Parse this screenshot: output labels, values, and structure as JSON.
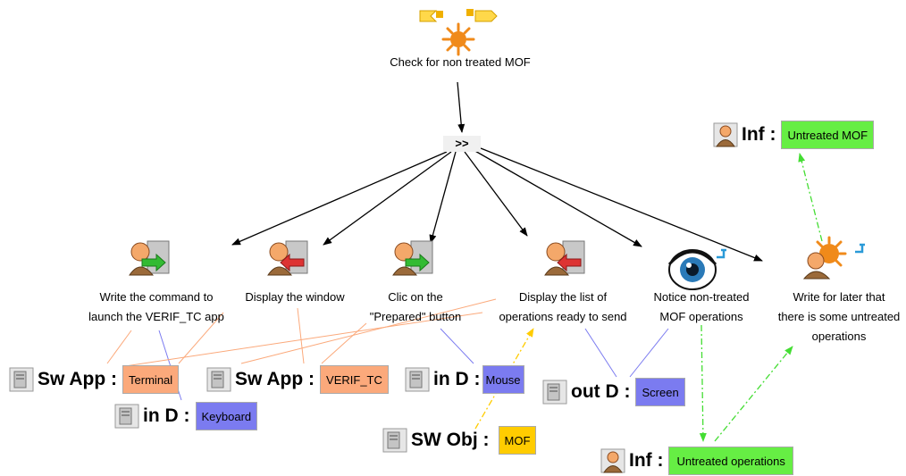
{
  "colors": {
    "sw_app": "#fba97b",
    "device": "#7b7bf0",
    "mof": "#ffcc00",
    "inf": "#66ee44"
  },
  "tasks": {
    "check": "Check for non treated MOF",
    "write_cmd_1": "Write the command to",
    "write_cmd_2": "launch the VERIF_TC app",
    "display_window": "Display the window",
    "clic_1": "Clic on the",
    "clic_2": "\"Prepared\" button",
    "display_list_1": "Display the list of",
    "display_list_2": "operations ready to send",
    "notice_1": "Notice non-treated",
    "notice_2": "MOF operations",
    "write_later_1": "Write for later that",
    "write_later_2": "there is some untreated",
    "write_later_3": "operations"
  },
  "sequence_operator": ">>",
  "objects": {
    "sw_app_terminal": {
      "type": "Sw App :",
      "value": "Terminal"
    },
    "in_keyboard": {
      "type": "in D :",
      "value": "Keyboard"
    },
    "sw_app_verif": {
      "type": "Sw App :",
      "value": "VERIF_TC"
    },
    "in_mouse": {
      "type": "in D :",
      "value": "Mouse"
    },
    "out_screen": {
      "type": "out D :",
      "value": "Screen"
    },
    "sw_obj_mof": {
      "type": "SW Obj :",
      "value": "MOF"
    },
    "inf_untreated_ops": {
      "type": "Inf :",
      "value": "Untreated operations"
    },
    "inf_untreated_mof": {
      "type": "Inf :",
      "value": "Untreated MOF"
    }
  }
}
